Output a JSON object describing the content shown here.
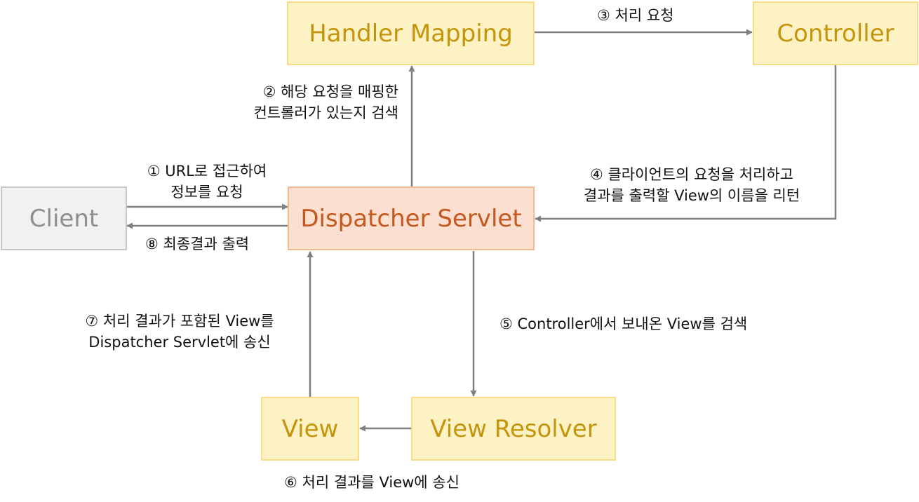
{
  "nodes": {
    "handler_mapping": "Handler Mapping",
    "controller": "Controller",
    "client": "Client",
    "dispatcher_servlet": "Dispatcher Servlet",
    "view": "View",
    "view_resolver": "View Resolver"
  },
  "steps": {
    "s1": [
      "① URL로 접근하여",
      "정보를 요청"
    ],
    "s2": [
      "② 해당 요청을 매핑한",
      "컨트롤러가 있는지 검색"
    ],
    "s3": [
      "③ 처리 요청"
    ],
    "s4": [
      "④ 클라이언트의 요청을 처리하고",
      "결과를 출력할 View의 이름을 리턴"
    ],
    "s5": [
      "⑤ Controller에서 보내온 View를 검색"
    ],
    "s6": [
      "⑥ 처리 결과를 View에 송신"
    ],
    "s7": [
      "⑦ 처리 결과가 포함된 View를",
      "Dispatcher Servlet에 송신"
    ],
    "s8": [
      "⑧ 최종결과 출력"
    ]
  },
  "colors": {
    "box_yellow_fill": "#fdf2c4",
    "box_yellow_text": "#c4950c",
    "dispatcher_fill": "#fbe0d1",
    "dispatcher_text": "#c4581f",
    "client_fill": "#f1f1f1",
    "client_text": "#8e8e8e",
    "arrow": "#7f7f7f"
  }
}
